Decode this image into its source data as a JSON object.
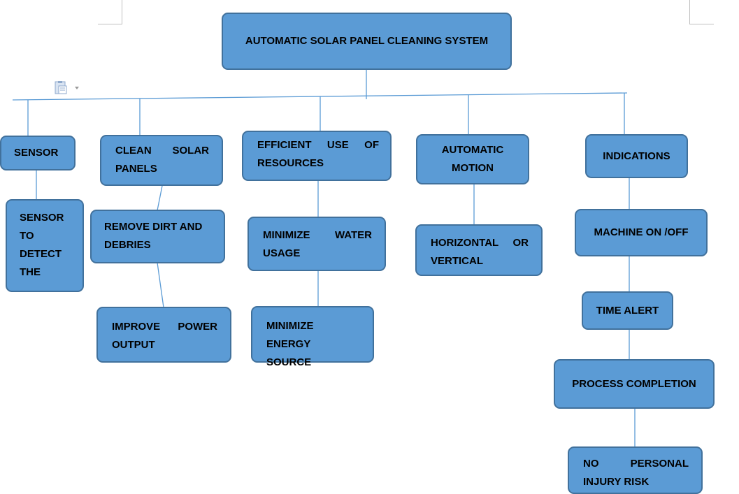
{
  "colors": {
    "box_fill": "#5b9bd5",
    "box_border": "#41719c",
    "connector": "#5b9bd5",
    "crop_marks": "#bfbfbf"
  },
  "icons": {
    "paste_options": "paste-options-icon"
  },
  "diagram": {
    "root": "AUTOMATIC SOLAR PANEL CLEANING SYSTEM",
    "branches": [
      {
        "label": "SENSOR",
        "children": [
          "SENSOR TO DETECT THE"
        ]
      },
      {
        "label": "CLEAN SOLAR PANELS",
        "children": [
          "REMOVE DIRT AND DEBRIES",
          "IMPROVE POWER OUTPUT"
        ]
      },
      {
        "label": "EFFICIENT USE OF RESOURCES",
        "children": [
          "MINIMIZE WATER USAGE",
          "MINIMIZE ENERGY SOURCE"
        ]
      },
      {
        "label": "AUTOMATIC MOTION",
        "children": [
          "HORIZONTAL OR VERTICAL"
        ]
      },
      {
        "label": "INDICATIONS",
        "children": [
          "MACHINE ON /OFF",
          "TIME ALERT",
          "PROCESS COMPLETION",
          "NO PERSONAL INJURY RISK"
        ]
      }
    ]
  }
}
